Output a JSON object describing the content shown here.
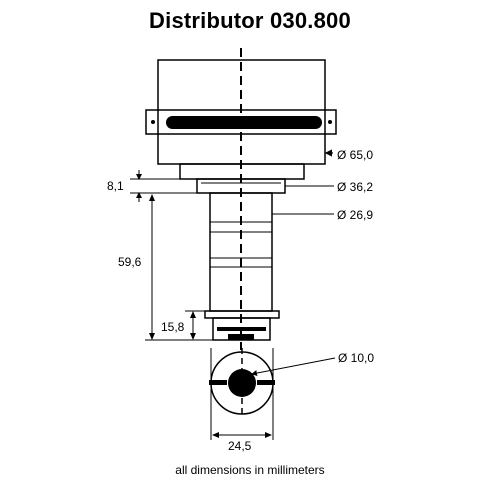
{
  "title": "Distributor  030.800",
  "footer": "all dimensions in millimeters",
  "dimensions": {
    "cap_diameter": "Ø 65,0",
    "flange_diameter": "Ø 36,2",
    "shaft_diameter": "Ø 26,9",
    "drive_diameter": "Ø 10,0",
    "step_height": "8,1",
    "overall_length": "59,6",
    "base_height": "15,8",
    "base_width": "24,5"
  },
  "colors": {
    "line": "#000000",
    "background": "#ffffff"
  }
}
